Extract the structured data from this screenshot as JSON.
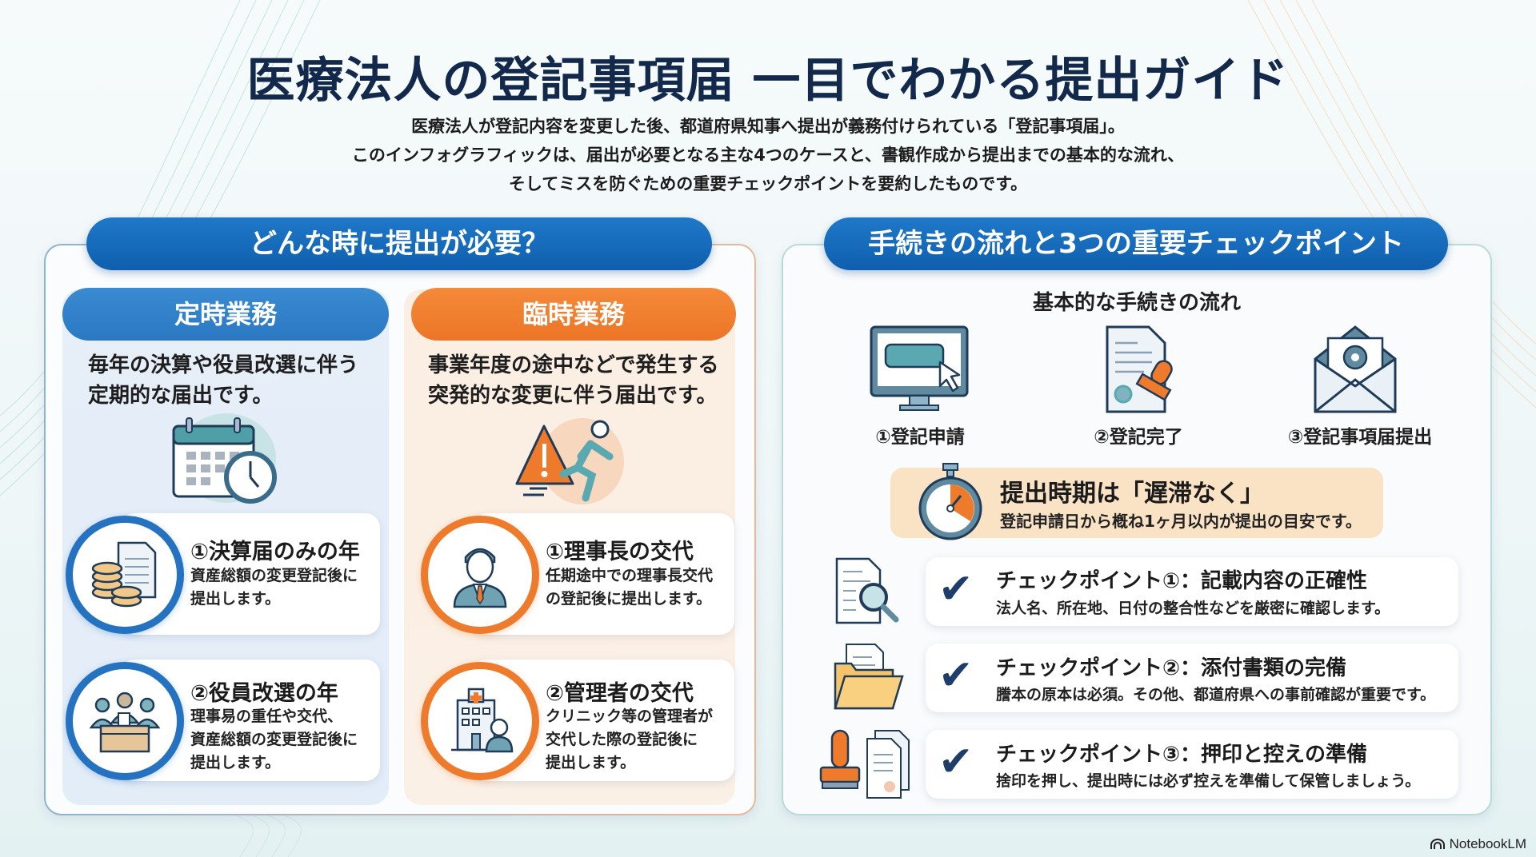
{
  "header": {
    "title": "医療法人の登記事項届 一目でわかる提出ガイド",
    "subtitle_lines": [
      "医療法人が登記内容を変更した後、都道府県知事へ提出が義務付けられている「登記事項届」。",
      "このインフォグラフィックは、届出が必要となる主な4つのケースと、書観作成から提出までの基本的な流れ、",
      "そしてミスを防ぐための重要チェックポイントを要約したものです。"
    ]
  },
  "colors": {
    "title": "#13294b",
    "primary_blue": "#1a6fc0",
    "accent_orange": "#ee7a2c",
    "regular_bg": "#e5eef8",
    "irregular_bg": "#fbefe4",
    "deadline_bg": "#fae3c5",
    "check": "#1e3d6b"
  },
  "left_panel": {
    "header": "どんな時に提出が必要？",
    "regular": {
      "label": "定時業務",
      "description_lines": [
        "毎年の決算や役員改選に伴う",
        "定期的な届出です。"
      ],
      "icon": "calendar-clock-icon",
      "cases": [
        {
          "title": "①決算届のみの年",
          "description_lines": [
            "資産総額の変更登記後に",
            "提出します。"
          ],
          "icon": "coins-document-icon"
        },
        {
          "title": "②役員改選の年",
          "description_lines": [
            "理事易の重任や交代、",
            "資産総額の変更登記後に",
            "提出します。"
          ],
          "icon": "ballot-box-people-icon"
        }
      ]
    },
    "irregular": {
      "label": "臨時業務",
      "description_lines": [
        "事業年度の途中などで発生する",
        "突発的な変更に伴う届出です。"
      ],
      "icon": "warning-running-person-icon",
      "cases": [
        {
          "title": "①理事長の交代",
          "description_lines": [
            "任期途中での理事長交代",
            "の登記後に提出します。"
          ],
          "icon": "businessman-icon"
        },
        {
          "title": "②管理者の交代",
          "description_lines": [
            "クリニック等の管理者が",
            "交代した際の登記後に",
            "提出します。"
          ],
          "icon": "hospital-staff-icon"
        }
      ]
    }
  },
  "right_panel": {
    "header": "手続きの流れと3つの重要チェックポイント",
    "flow_title": "基本的な手続きの流れ",
    "steps": [
      {
        "label": "①登記申請",
        "icon": "computer-monitor-icon"
      },
      {
        "label": "②登記完了",
        "icon": "document-stamp-icon"
      },
      {
        "label": "③登記事項届提出",
        "icon": "envelope-gear-icon"
      }
    ],
    "deadline": {
      "title": "提出時期は「遅滞なく」",
      "description": "登記申請日から槪ね1ヶ月以内が提出の目安です。",
      "icon": "stopwatch-icon"
    },
    "checkpoints": [
      {
        "title": "チェックポイント①：記載内容の正確性",
        "description": "法人名、所在地、日付の整合性などを厳密に確認します。",
        "icon": "document-magnifier-icon"
      },
      {
        "title": "チェックポイント②：添付書類の完備",
        "description": "謄本の原本は必須。その他、都道府県への事前確認が重要です。",
        "icon": "folder-documents-icon"
      },
      {
        "title": "チェックポイント③：押印と控えの準備",
        "description": "捨印を押し、提出時には必ず控えを準備して保管しましょう。",
        "icon": "stamp-documents-icon"
      }
    ],
    "check_glyph": "✔"
  },
  "footer": {
    "logo_text": "NotebookLM"
  }
}
